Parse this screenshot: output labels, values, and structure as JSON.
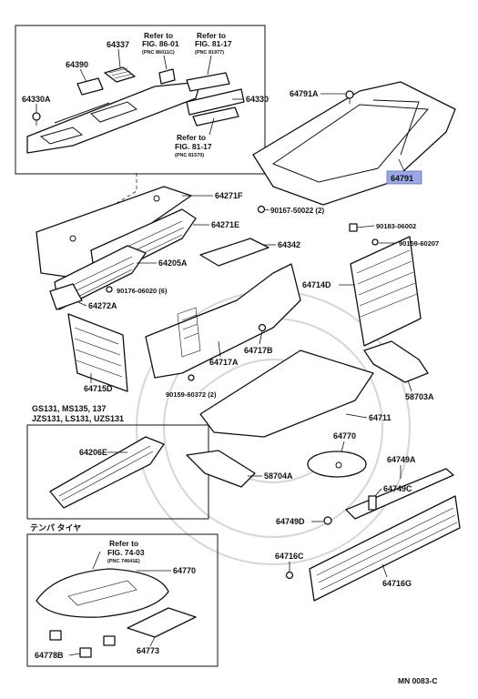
{
  "labels": {
    "p64337": "64337",
    "p64390": "64390",
    "p64330A": "64330A",
    "p64330": "64330",
    "ref_86_title": "Refer to",
    "ref_86_fig": "FIG. 86-01",
    "ref_86_pnc": "(PNC 86011C)",
    "ref_81a_title": "Refer to",
    "ref_81a_fig": "FIG. 81-17",
    "ref_81a_pnc": "(PNC 81977)",
    "ref_81b_title": "Refer to",
    "ref_81b_fig": "FIG. 81-17",
    "ref_81b_pnc": "(PNC 81570)",
    "p64791A": "64791A",
    "p64791": "64791",
    "p90167": "90167-50022 (2)",
    "p64271F": "64271F",
    "p64271E": "64271E",
    "p64342": "64342",
    "p64205A": "64205A",
    "p90176": "90176-06020 (6)",
    "p64272A": "64272A",
    "p90183": "90183-06002",
    "p90159a": "90159-60207",
    "p64714D": "64714D",
    "p64715D": "64715D",
    "p64717A": "64717A",
    "p64717B": "64717B",
    "p90159b": "90159-60372 (2)",
    "p58703A": "58703A",
    "p64711": "64711",
    "models1": "GS131, MS135, 137",
    "models2": "JZS131, LS131, UZS131",
    "p64206E": "64206E",
    "p64770": "64770",
    "p58704A": "58704A",
    "p64749A": "64749A",
    "p64749C": "64749C",
    "p64749D": "64749D",
    "p64716C": "64716C",
    "p64716G": "64716G",
    "tempa": "テンパ タイヤ",
    "ref_74_title": "Refer to",
    "ref_74_fig": "FIG. 74-03",
    "ref_74_pnc": "(PNC 74641E)",
    "p64770b": "64770",
    "p64778B": "64778B",
    "p64773": "64773",
    "catalog": "MN 0083-C"
  },
  "highlight_color": "#9aa8e6"
}
